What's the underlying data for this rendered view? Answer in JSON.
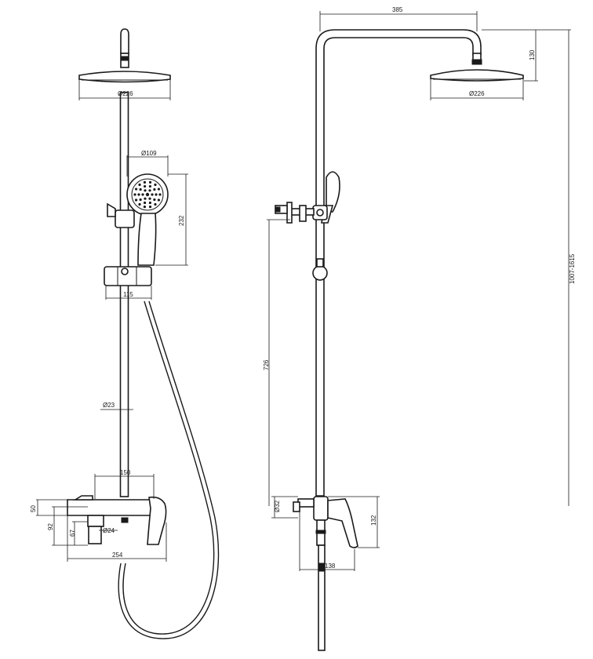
{
  "dimensions": {
    "front": {
      "rain_head_dia": "Ø226",
      "hand_shower_dia": "Ø109",
      "hand_shower_len": "232",
      "holder_offset": "115",
      "rail_dia": "Ø23",
      "mixer_width": "150",
      "mixer_height": "50",
      "spout_drop": "92",
      "spout_height": "67",
      "spout_dia": "Ø24",
      "overall_width": "254"
    },
    "side": {
      "arm_reach": "385",
      "head_drop": "130",
      "rain_head_dia": "Ø226",
      "height_range": "1007-1615",
      "holder_height": "726",
      "connector_dia": "Ø32",
      "mixer_height": "132",
      "mixer_depth": "138"
    }
  }
}
